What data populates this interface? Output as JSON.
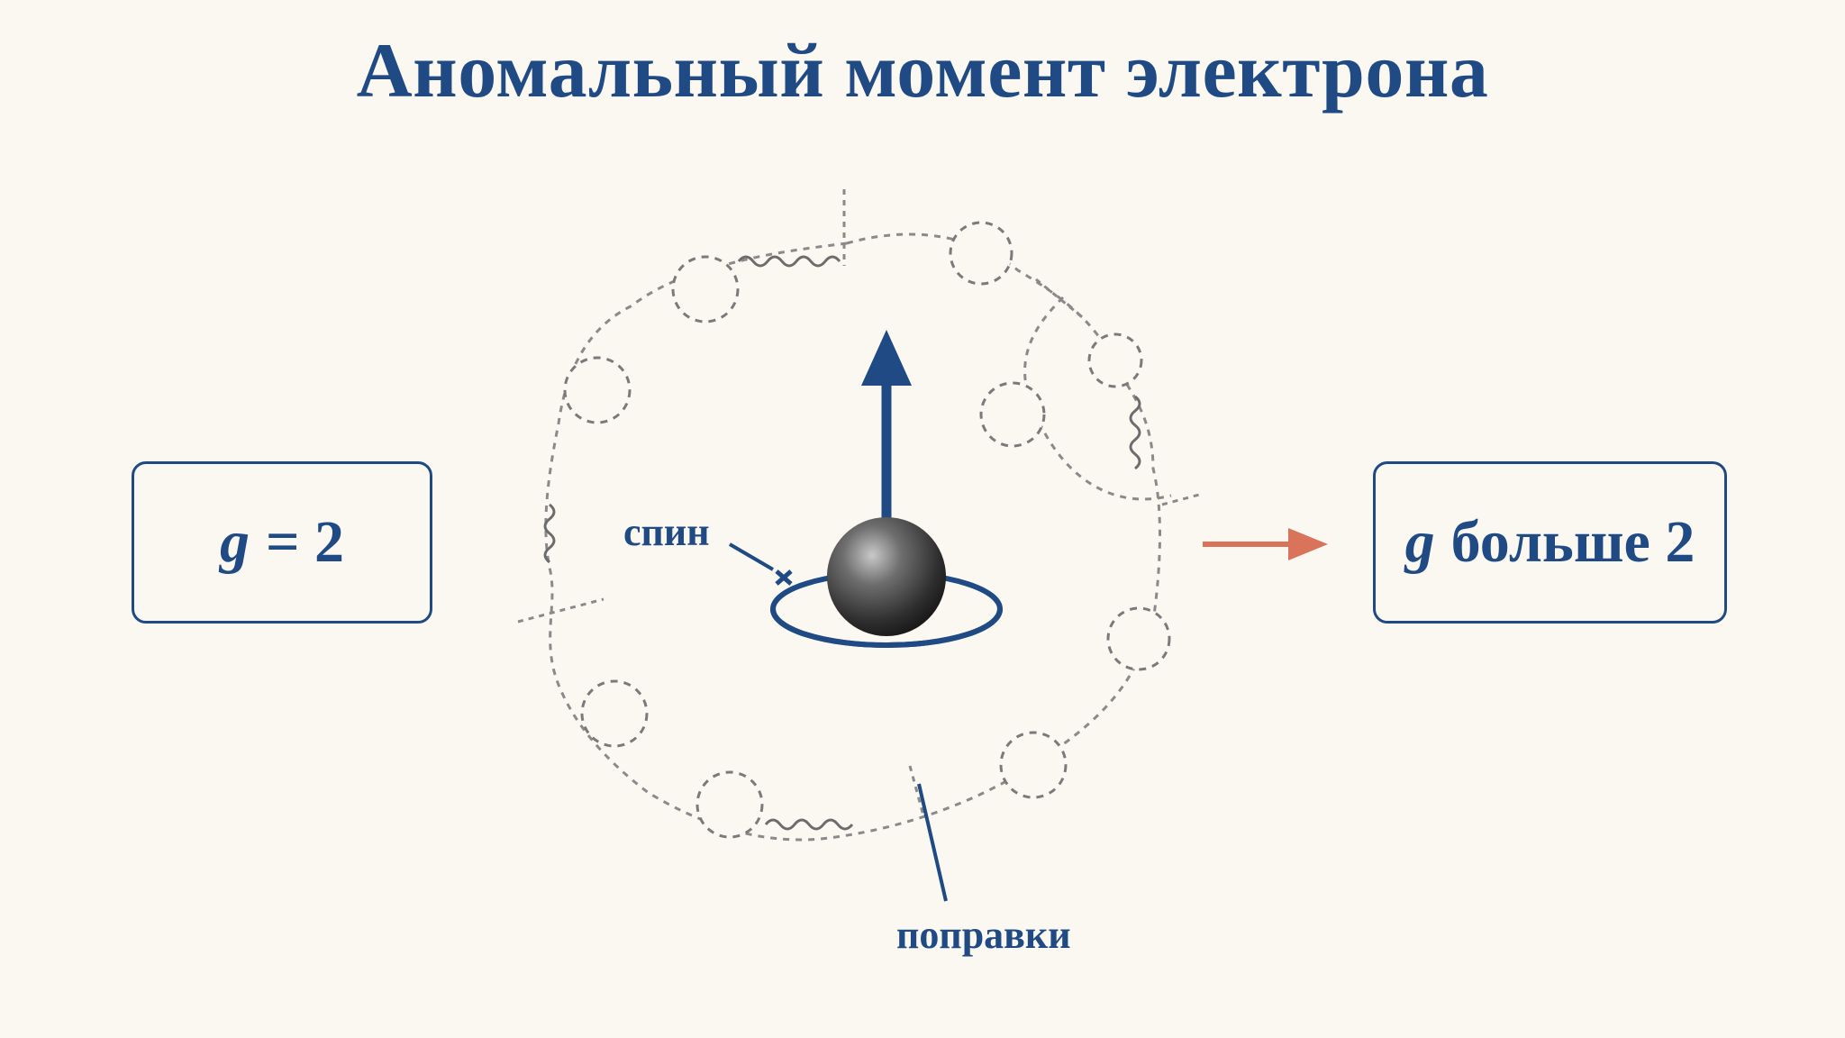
{
  "title": "Аномальный момент электрона",
  "left_box": {
    "symbol": "g",
    "relation": "= 2"
  },
  "right_box": {
    "symbol": "g",
    "relation": "больше 2"
  },
  "labels": {
    "spin": "спин",
    "corrections": "поправки"
  },
  "colors": {
    "primary": "#1f4a84",
    "background": "#fbf8f2",
    "arrow_orange": "#d9735a",
    "dashed_gray": "#8a8a8a",
    "sphere": "#444444"
  }
}
